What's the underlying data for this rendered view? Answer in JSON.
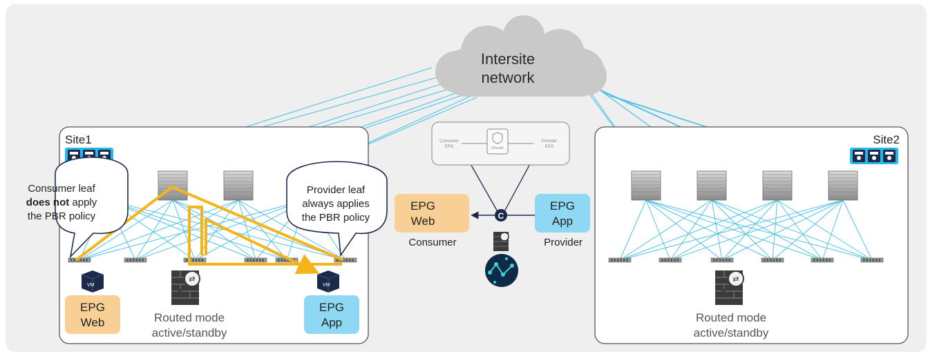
{
  "cloud": {
    "line1": "Intersite",
    "line2": "network"
  },
  "site1": {
    "label": "Site1",
    "consumer_bubble": {
      "l1": "Consumer leaf",
      "l2a": "does not",
      "l2b": " apply",
      "l3": "the PBR policy"
    },
    "provider_bubble": {
      "l1": "Provider leaf",
      "l2": "always applies",
      "l3": "the PBR policy"
    },
    "epg_web": {
      "l1": "EPG",
      "l2": "Web"
    },
    "epg_app": {
      "l1": "EPG",
      "l2": "App"
    },
    "routed": {
      "l1": "Routed mode",
      "l2": "active/standby"
    },
    "vm_label": "VM"
  },
  "site2": {
    "label": "Site2",
    "routed": {
      "l1": "Routed mode",
      "l2": "active/standby"
    }
  },
  "contract": {
    "consumer_epg": {
      "l1": "Consumer",
      "l2": "EPG"
    },
    "firewall": "Firewall",
    "provider_epg": {
      "l1": "Provider",
      "l2": "EPG"
    },
    "contract_letter": "C",
    "epg_web": {
      "l1": "EPG",
      "l2": "Web"
    },
    "epg_app": {
      "l1": "EPG",
      "l2": "App"
    },
    "consumer_label": "Consumer",
    "provider_label": "Provider"
  },
  "colors": {
    "link": "#4fc3e6",
    "path": "#f5b41a",
    "epg_web_fill": "#f8cf95",
    "epg_app_fill": "#8ed8f4",
    "background": "#efefef"
  }
}
